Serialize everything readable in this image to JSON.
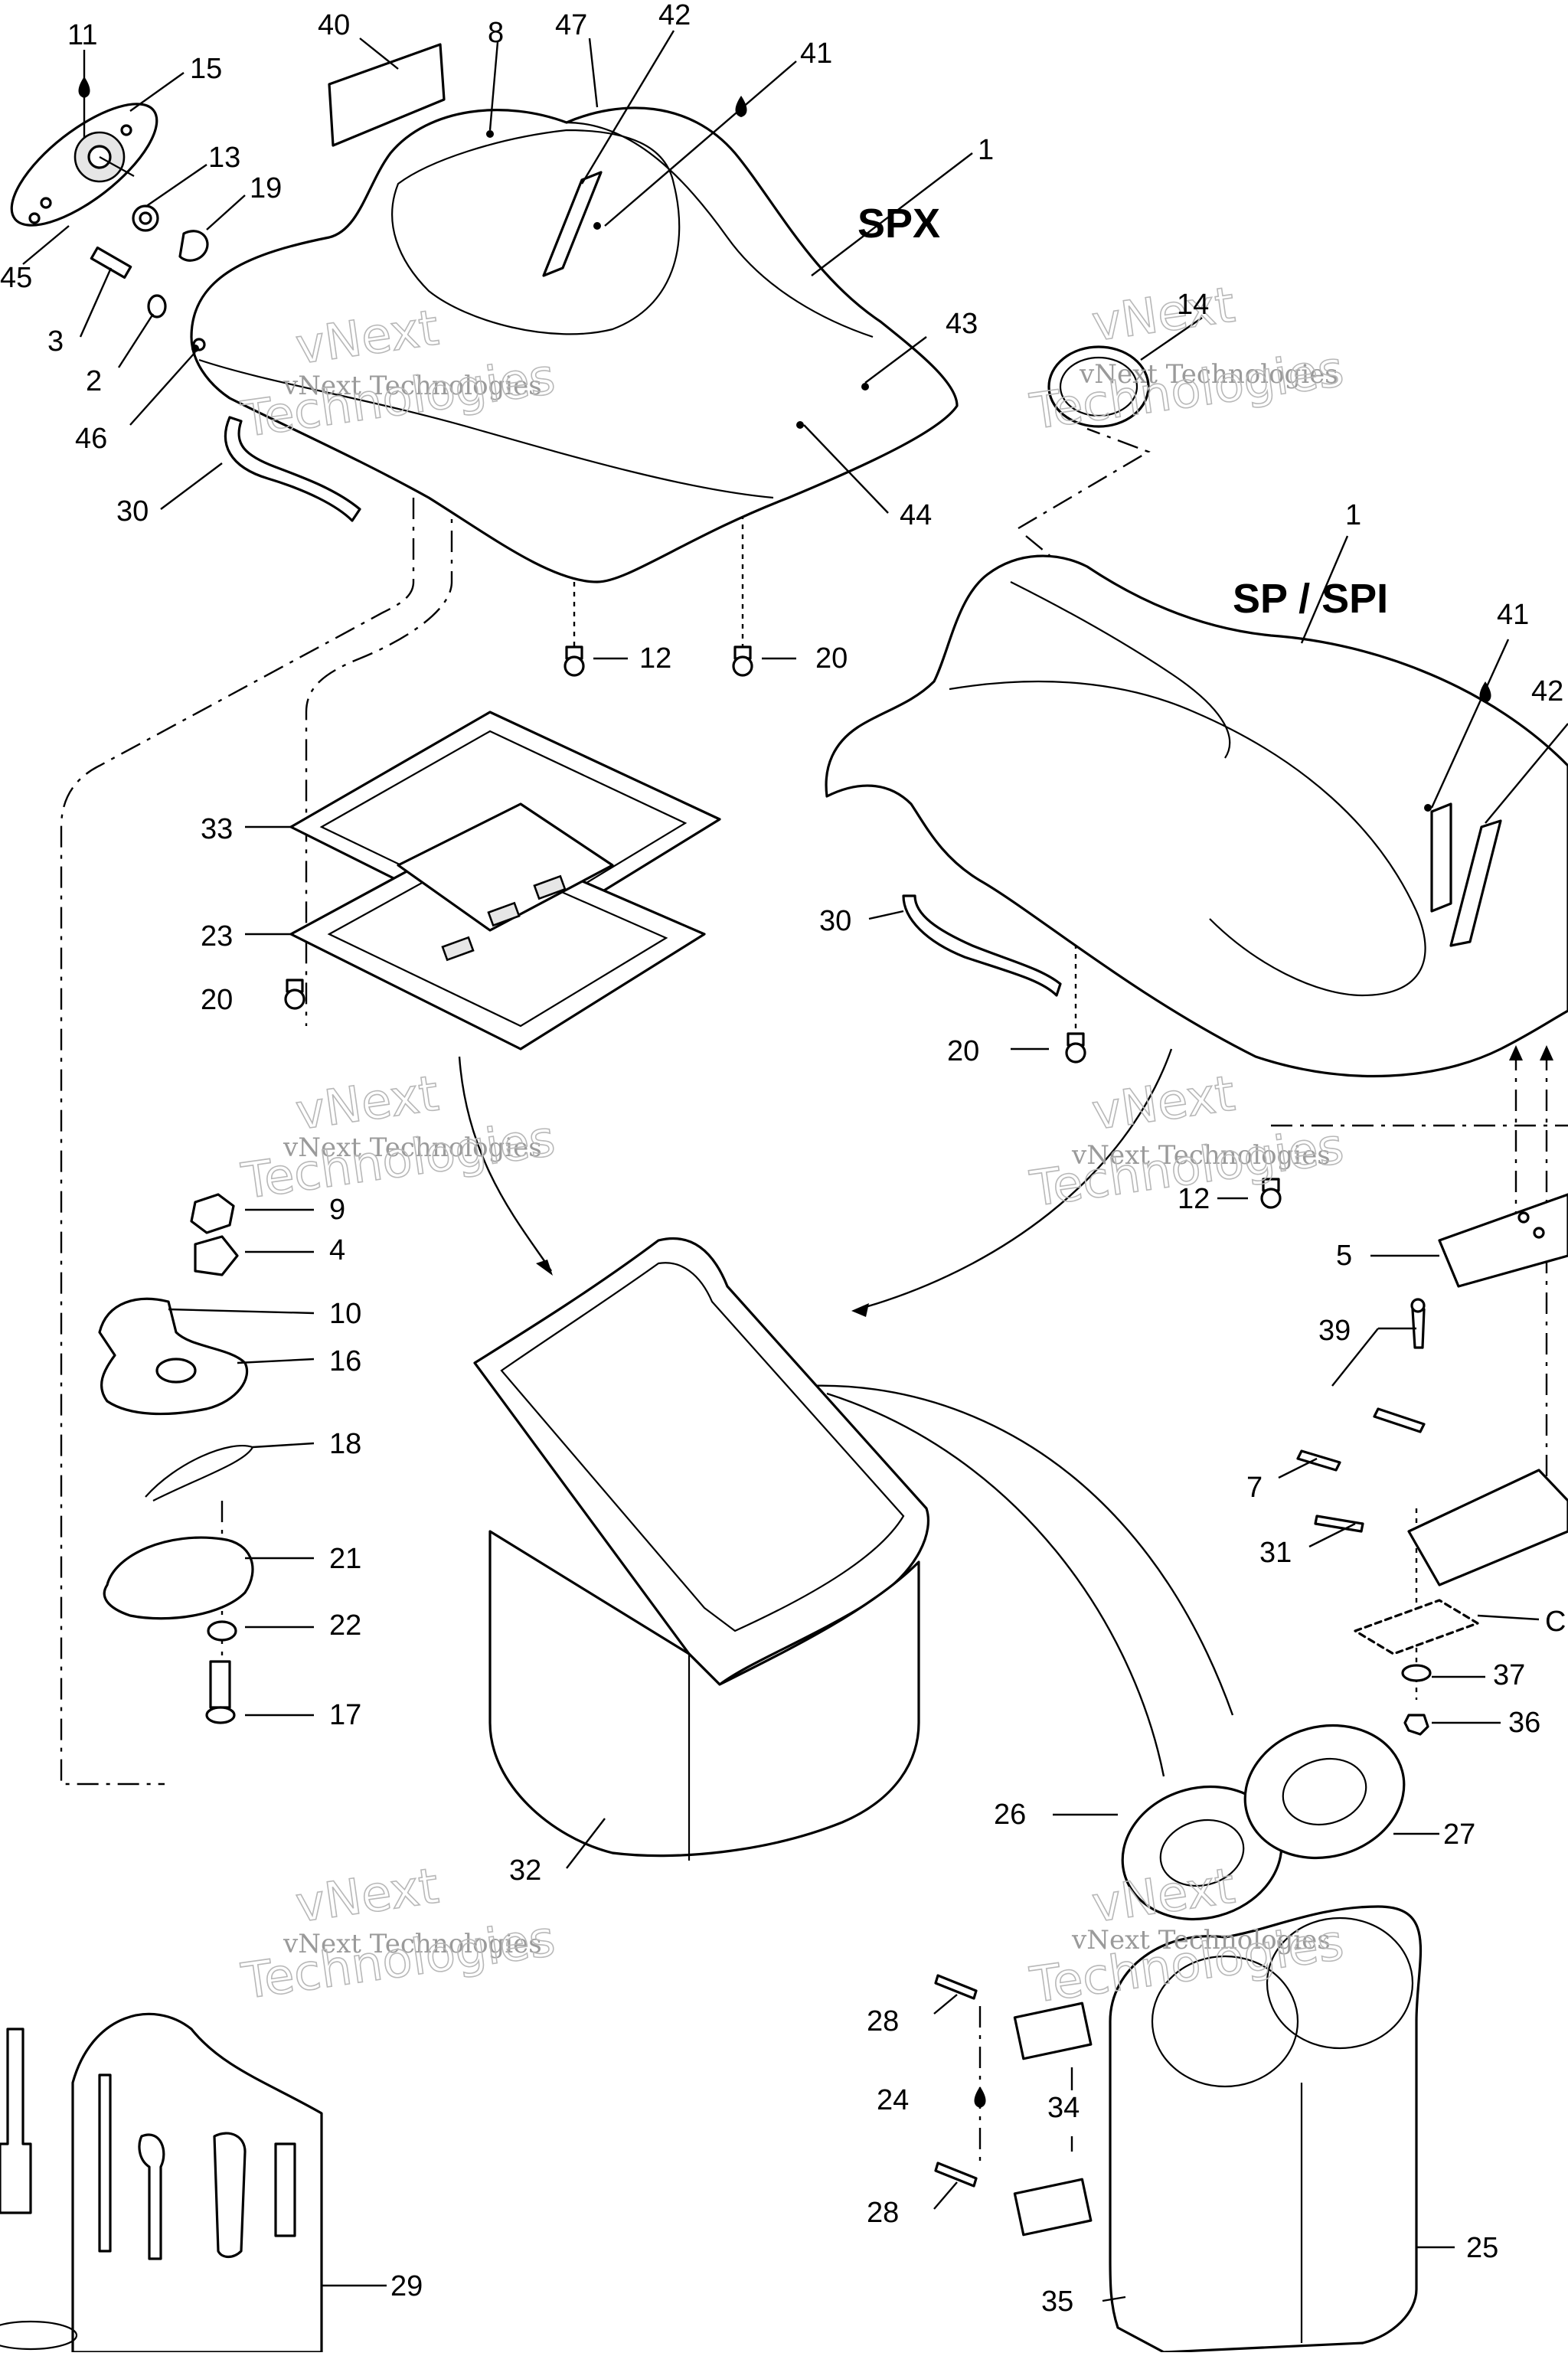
{
  "models": {
    "spx": "SPX",
    "sp_spi": "SP / SPI"
  },
  "watermark": {
    "line1": "vNext",
    "line2": "vNext Technologies",
    "line3": "Technologies"
  },
  "labels": {
    "l11": "11",
    "l15": "15",
    "l13": "13",
    "l19": "19",
    "l45": "45",
    "l3": "3",
    "l2": "2",
    "l46": "46",
    "l30a": "30",
    "l40": "40",
    "l8": "8",
    "l47": "47",
    "l42a": "42",
    "l41a": "41",
    "l1a": "1",
    "l43": "43",
    "l44": "44",
    "l12a": "12",
    "l20a": "20",
    "l14": "14",
    "l1b": "1",
    "l41b": "41",
    "l42b": "42",
    "l30b": "30",
    "l20b": "20",
    "l33": "33",
    "l23": "23",
    "l20c": "20",
    "l12b": "12",
    "l5": "5",
    "l39": "39",
    "l7": "7",
    "l31": "31",
    "lC": "C",
    "l37": "37",
    "l36": "36",
    "l9": "9",
    "l4": "4",
    "l10": "10",
    "l16": "16",
    "l18": "18",
    "l21": "21",
    "l22": "22",
    "l17": "17",
    "l32": "32",
    "l26": "26",
    "l27": "27",
    "l28a": "28",
    "l24": "24",
    "l34": "34",
    "l28b": "28",
    "l25": "25",
    "l35": "35",
    "l29": "29"
  }
}
